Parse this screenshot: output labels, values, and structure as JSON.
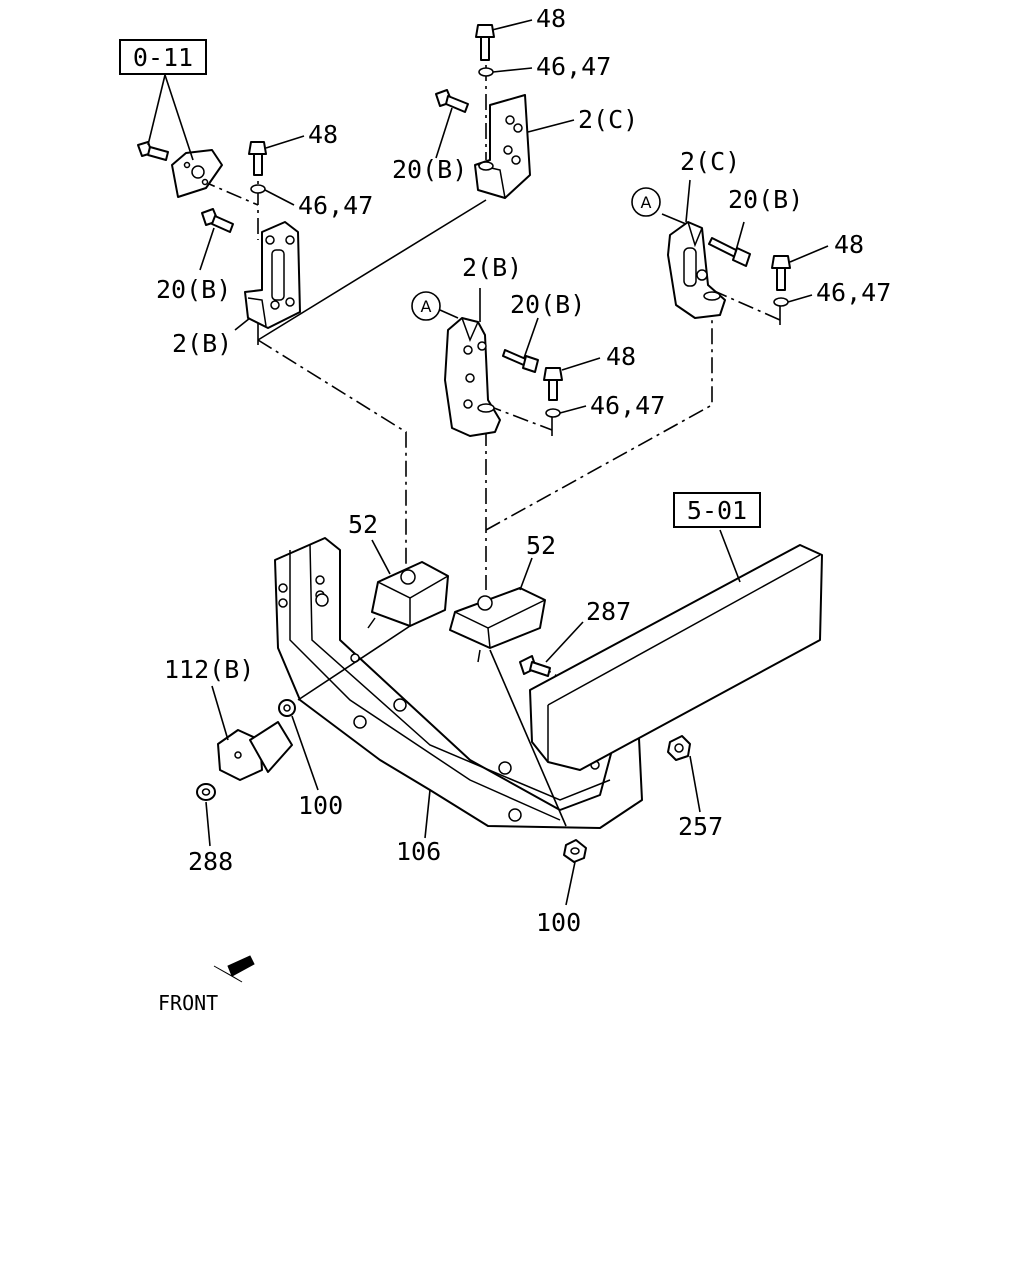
{
  "references": {
    "ref_0_11": "0-11",
    "ref_5_01": "5-01"
  },
  "callouts": {
    "c48_top": "48",
    "c4647_top": "46,47",
    "c2c_top": "2(C)",
    "c20b_top": "20(B)",
    "c48_left": "48",
    "c4647_left": "46,47",
    "c20b_left": "20(B)",
    "c2b_left": "2(B)",
    "c2c_right": "2(C)",
    "c20b_right": "20(B)",
    "c48_right": "48",
    "c4647_right": "46,47",
    "c2b_mid": "2(B)",
    "c20b_mid": "20(B)",
    "c48_mid": "48",
    "c4647_mid": "46,47",
    "c52_left": "52",
    "c52_right": "52",
    "c287": "287",
    "c112b": "112(B)",
    "c100_left": "100",
    "c288": "288",
    "c106": "106",
    "c257": "257",
    "c100_bottom": "100"
  },
  "markers": {
    "a_right": "A",
    "a_mid": "A"
  },
  "front_label": "FRONT",
  "icons": {
    "front_arrow": "front-arrow-icon"
  }
}
